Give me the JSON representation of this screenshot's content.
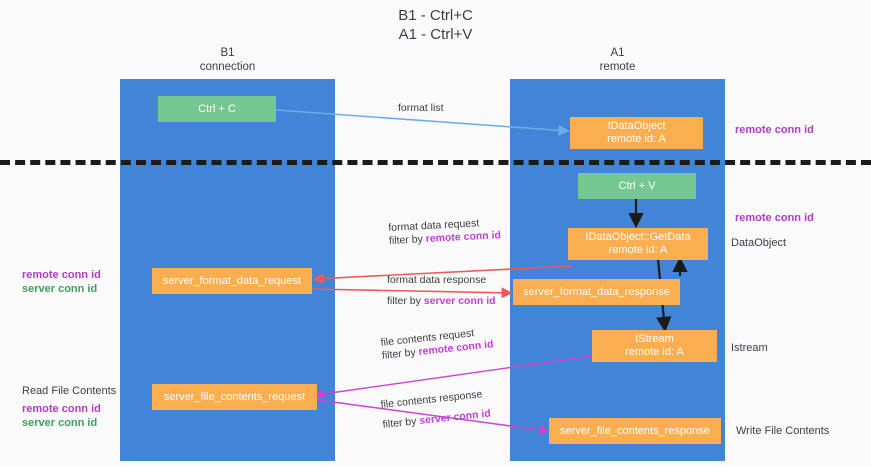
{
  "title": "B1 - Ctrl+C\nA1 - Ctrl+V",
  "colors": {
    "lane": "#4285d8",
    "green_node": "#76c893",
    "orange_node": "#fbae4f",
    "purple_text": "#b23bc6",
    "green_text": "#3f9e5c",
    "dark_text": "#3c4043",
    "divider": "#1b1b1b",
    "wire_blue": "#6aaee8",
    "wire_red": "#ea5b5b",
    "wire_magenta": "#cc44cc",
    "wire_black": "#1b1b1b",
    "background": "#fafafa"
  },
  "lanes": [
    {
      "name": "b1",
      "header": "B1\nconnection"
    },
    {
      "name": "a1",
      "header": "A1\nremote"
    }
  ],
  "nodes": [
    {
      "name": "ctrl-c",
      "kind": "green",
      "label": "Ctrl + C"
    },
    {
      "name": "idataobject",
      "kind": "orange",
      "label": "IDataObject\nremote id: A"
    },
    {
      "name": "ctrl-v",
      "kind": "green",
      "label": "Ctrl + V"
    },
    {
      "name": "idataobject-getdata",
      "kind": "orange",
      "label": "IDataObject::GetData\nremote id: A"
    },
    {
      "name": "server-format-data-request",
      "kind": "orange",
      "label": "server_format_data_request"
    },
    {
      "name": "server-format-data-response",
      "kind": "orange",
      "label": "server_format_data_response"
    },
    {
      "name": "istream",
      "kind": "orange",
      "label": "IStream\nremote id: A"
    },
    {
      "name": "server-file-contents-request",
      "kind": "orange",
      "label": "server_file_contents_request"
    },
    {
      "name": "server-file-contents-response",
      "kind": "orange",
      "label": "server_file_contents_response"
    }
  ],
  "side_labels": {
    "remote_conn_id_top": "remote conn id",
    "remote_conn_id_mid": "remote conn id",
    "data_object": "DataObject",
    "istream": "Istream",
    "write_file_contents": "Write File Contents",
    "read_file_contents": "Read File Contents",
    "left_pair_1": {
      "purple": "remote conn id",
      "green": "server conn id"
    },
    "left_pair_2": {
      "purple": "remote conn id",
      "green": "server conn id"
    }
  },
  "edges": [
    {
      "name": "format-list",
      "line1_plain": "format list",
      "line2_plain": "",
      "line2_hl": "",
      "hl_color": ""
    },
    {
      "name": "format-data-request",
      "line1_plain": "format data request",
      "line2_plain": "filter by ",
      "line2_hl": "remote conn id",
      "hl_color": "purple"
    },
    {
      "name": "format-data-response",
      "line1_plain": "format data response",
      "line2_plain": "filter by ",
      "line2_hl": "server conn id",
      "hl_color": "purple"
    },
    {
      "name": "file-contents-request",
      "line1_plain": "file contents request",
      "line2_plain": "filter by ",
      "line2_hl": "remote conn id",
      "hl_color": "purple"
    },
    {
      "name": "file-contents-response",
      "line1_plain": "file contents response",
      "line2_plain": "filter by ",
      "line2_hl": "server conn id",
      "hl_color": "purple"
    }
  ]
}
